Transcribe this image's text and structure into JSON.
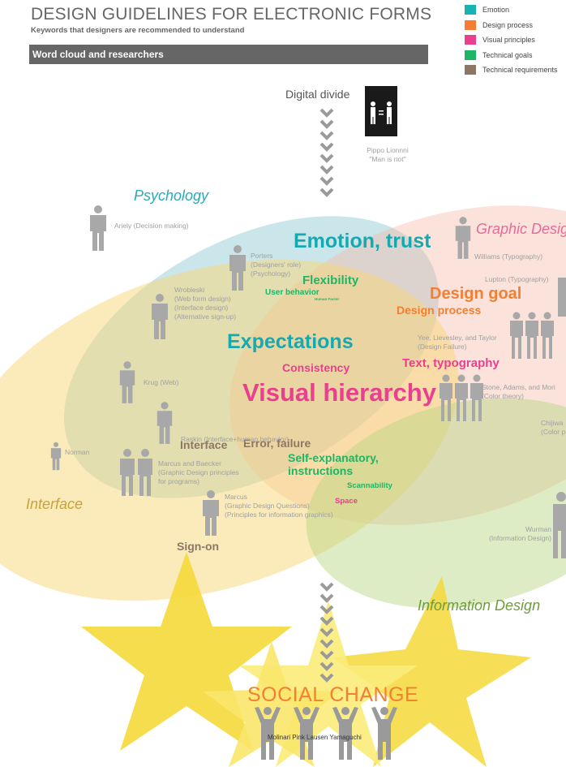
{
  "header": {
    "title": "DESIGN GUIDELINES FOR ELECTRONIC FORMS",
    "subtitle": "Keywords that designers are recommended to understand",
    "section_bar": "Word cloud and researchers"
  },
  "legend": [
    {
      "label": "Emotion",
      "color": "#17b3b3"
    },
    {
      "label": "Design process",
      "color": "#f47f32"
    },
    {
      "label": "Visual principles",
      "color": "#e8408f"
    },
    {
      "label": "Technical goals",
      "color": "#1fb566"
    },
    {
      "label": "Technical requirements",
      "color": "#8c7764"
    }
  ],
  "digital_divide": {
    "label": "Digital divide",
    "icon": "man-equals-man-icon",
    "caption_line1": "Pippo Lionnni",
    "caption_line2": "\"Man is not\""
  },
  "areas": {
    "psychology": "Psychology",
    "graphic_design": "Graphic Design",
    "interface": "Interface",
    "information_design": "Information Design"
  },
  "keywords": {
    "emotion_trust": "Emotion, trust",
    "flexibility": "Flexibility",
    "user_behavior": "User behavior",
    "human_factor": "Human Factor",
    "design_goal": "Design goal",
    "design_process": "Design process",
    "expectations": "Expectations",
    "text_typography": "Text, typography",
    "consistency": "Consistency",
    "visual_hierarchy": "Visual hierarchy",
    "interface": "Interface",
    "error_failure": "Error, failure",
    "self_explanatory_1": "Self-explanatory,",
    "self_explanatory_2": "instructions",
    "scannability": "Scannability",
    "space": "Space",
    "sign_on": "Sign-on"
  },
  "researchers": {
    "ariely": "Ariely (Decision making)",
    "porters": [
      "Porters",
      "(Designers' role)",
      "(Psychology)"
    ],
    "wrobleski": [
      "Wrobleski",
      "(Web form design)",
      "(Interface design)",
      "(Alternative sign-up)"
    ],
    "williams": "Williams (Typography)",
    "lupton": "Lupton (Typography)",
    "yee": [
      "Yee, Lievesley, and Taylor",
      "(Design Failure)"
    ],
    "stone": [
      "Stone, Adams, and Mori",
      "(Color theory)"
    ],
    "chijiwa": [
      "Chijiwa",
      "(Color p"
    ],
    "krug": "Krug (Web)",
    "raskin": "Raskin (Interface+human behavior)",
    "norman": "Norman",
    "marcus_baecker": [
      "Marcus and Baecker",
      "(Graphic Design principles",
      "for programs)"
    ],
    "marcus": [
      "Marcus",
      "(Graphic Design Questions)",
      "(Principles for information graphics)"
    ],
    "wurman": [
      "Wurman",
      "(Information Design)"
    ]
  },
  "social_change": {
    "label": "SOCIAL CHANGE",
    "names": [
      "Molinari",
      "Pink",
      "Lausen",
      "Yamaguchi"
    ]
  }
}
